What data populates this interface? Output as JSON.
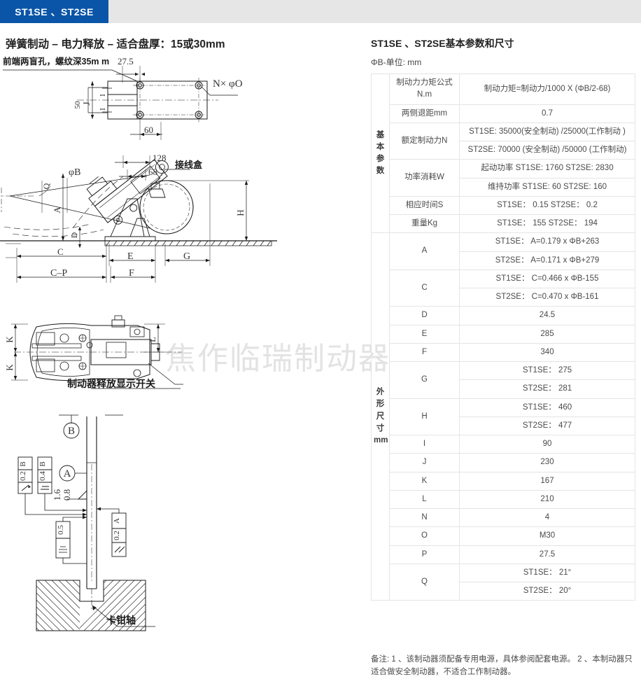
{
  "header": {
    "tab_label": "ST1SE 、ST2SE"
  },
  "left": {
    "title": "弹簧制动 – 电力释放 – 适合盘厚：15或30mm",
    "watermark": "焦作临瑞制动器",
    "drawings": {
      "top_view": {
        "name": "top-view-drawing",
        "note": "前端两盲孔，螺纹深35m m",
        "dims": [
          "27.5",
          "60",
          "J",
          "I",
          "I"
        ],
        "callout": "N× φO"
      },
      "side_view": {
        "name": "side-elevation-drawing",
        "labels": [
          "φB",
          "接线盒"
        ],
        "dims": [
          "128",
          "68",
          "Q",
          "A",
          "D",
          "C",
          "C–P",
          "E",
          "F",
          "G",
          "H"
        ]
      },
      "plan_view": {
        "name": "plan-view-drawing",
        "dims": [
          "K",
          "K",
          "L"
        ],
        "label": "制动器释放显示开关"
      },
      "tolerance_view": {
        "name": "gdt-tolerance-drawing",
        "label": "卡钳轴",
        "datums": [
          "A",
          "B"
        ],
        "roughness": [
          "1.6",
          "0.8"
        ],
        "frames": [
          {
            "sym": "runout",
            "value": "0.2",
            "datum": "B"
          },
          {
            "sym": "flatness",
            "value": "0.4",
            "datum": "B"
          },
          {
            "sym": "symmetry",
            "value": "0.5",
            "datum": ""
          },
          {
            "sym": "parallelism",
            "value": "0.2",
            "datum": "A"
          }
        ]
      }
    }
  },
  "right": {
    "title": "ST1SE 、ST2SE基本参数和尺寸",
    "unit_note": "ΦB-单位: mm",
    "section_basic": [
      "基",
      "本",
      "参",
      "数"
    ],
    "section_dims": [
      "外",
      "形",
      "尺",
      "寸",
      "mm"
    ],
    "rows_basic": [
      {
        "name": "制动力力矩公式\nN.m",
        "name_l1": "制动力力矩公式",
        "name_l2": "N.m",
        "values": [
          "制动力矩=制动力/1000 X (ΦB/2-68)"
        ]
      },
      {
        "name": "两侧退距mm",
        "values": [
          "0.7"
        ]
      },
      {
        "name": "额定制动力N",
        "values": [
          "ST1SE: 35000(安全制动) /25000(工作制动 )",
          "ST2SE: 70000 (安全制动) /50000 (工作制动)"
        ]
      },
      {
        "name": "功率消耗W",
        "values": [
          "起动功率 ST1SE: 1760 ST2SE: 2830",
          "维持功率 ST1SE: 60 ST2SE: 160"
        ]
      },
      {
        "name": "相应时间S",
        "values": [
          "ST1SE： 0.15 ST2SE： 0.2"
        ]
      },
      {
        "name": "重量Kg",
        "values": [
          "ST1SE： 155 ST2SE： 194"
        ]
      }
    ],
    "rows_dims": [
      {
        "name": "A",
        "values": [
          "ST1SE： A=0.179 x ΦB+263",
          "ST2SE： A=0.171 x ΦB+279"
        ]
      },
      {
        "name": "C",
        "values": [
          "ST1SE： C=0.466 x ΦB-155",
          "ST2SE： C=0.470 x ΦB-161"
        ]
      },
      {
        "name": "D",
        "values": [
          "24.5"
        ]
      },
      {
        "name": "E",
        "values": [
          "285"
        ]
      },
      {
        "name": "F",
        "values": [
          "340"
        ]
      },
      {
        "name": "G",
        "values": [
          "ST1SE： 275",
          "ST2SE： 281"
        ]
      },
      {
        "name": "H",
        "values": [
          "ST1SE： 460",
          "ST2SE： 477"
        ]
      },
      {
        "name": "I",
        "values": [
          "90"
        ]
      },
      {
        "name": "J",
        "values": [
          "230"
        ]
      },
      {
        "name": "K",
        "values": [
          "167"
        ]
      },
      {
        "name": "L",
        "values": [
          "210"
        ]
      },
      {
        "name": "N",
        "values": [
          "4"
        ]
      },
      {
        "name": "O",
        "values": [
          "M30"
        ]
      },
      {
        "name": "P",
        "values": [
          "27.5"
        ]
      },
      {
        "name": "Q",
        "values": [
          "ST1SE： 21°",
          "ST2SE： 20°"
        ]
      }
    ],
    "note": "备注: 1 、该制动器须配备专用电源，具体参阅配套电源。 2 、本制动器只适合做安全制动器，不适合工作制动器。"
  },
  "colors": {
    "tab_blue": "#0a55a8",
    "header_gray": "#e6e6e6",
    "table_border": "#e4e4e4",
    "watermark": "#e3e3e3"
  }
}
